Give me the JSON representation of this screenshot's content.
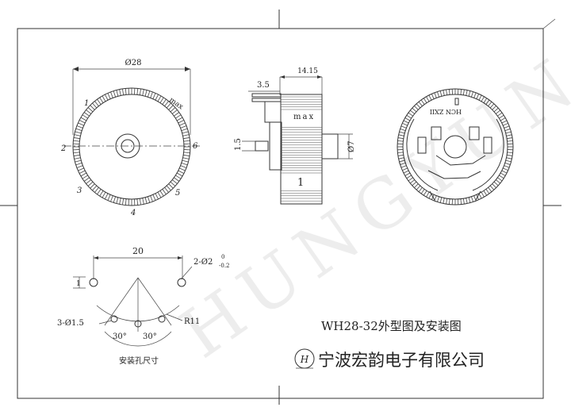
{
  "front_view": {
    "diameter_label": "Ø28",
    "max_label": "max",
    "positions": [
      "1",
      "2",
      "3",
      "4",
      "5",
      "6"
    ]
  },
  "side_view": {
    "width_label": "14.15",
    "offset_label": "3.5",
    "pin_label": "1.5",
    "shaft_label": "Ø7",
    "max_label": "max",
    "one_label": "1"
  },
  "back_view": {
    "code_label": "HCN ZXII"
  },
  "mounting": {
    "spacing_label": "20",
    "holes_2_label": "2-Ø2",
    "tol_upper": "0",
    "tol_lower": "-0.2",
    "left_mark": "1",
    "holes_3_label": "3-Ø1.5",
    "radius_label": "R11",
    "angle_left": "30°",
    "angle_right": "30°",
    "caption": "安装孔尺寸"
  },
  "title_block": {
    "drawing_title": "WH28-32外型图及安装图",
    "logo_letter": "H",
    "company": "宁波宏韵电子有限公司"
  },
  "watermark": "HUNGYUN"
}
